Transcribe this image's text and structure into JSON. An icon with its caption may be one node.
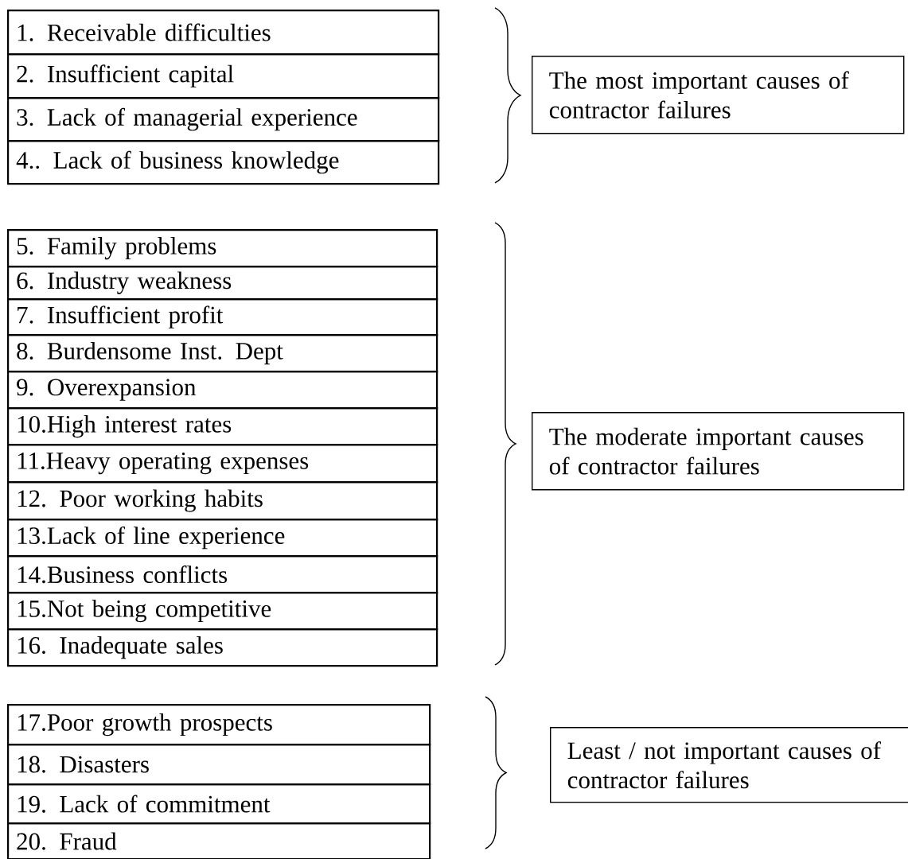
{
  "diagram": {
    "nodes": [
      {
        "text": [
          "1. Receivable difficulties"
        ]
      },
      {
        "text": [
          "2. Insufficient capital"
        ]
      },
      {
        "text": [
          "3. Lack of managerial experience"
        ]
      },
      {
        "text": [
          "4.. Lack of business knowledge"
        ]
      },
      {
        "text": [
          "The most important causes of contractor failures"
        ]
      },
      {
        "text": [
          "5. Family problems"
        ]
      },
      {
        "text": [
          "6. Industry weakness"
        ]
      },
      {
        "text": [
          "7. Insufficient profit"
        ]
      },
      {
        "text": [
          "8. Burdensome Inst. Dept"
        ]
      },
      {
        "text": [
          "9. Overexpansion"
        ]
      },
      {
        "text": [
          "10.High interest rates"
        ]
      },
      {
        "text": [
          "11.Heavy operating expenses"
        ]
      },
      {
        "text": [
          "12. Poor working habits"
        ]
      },
      {
        "text": [
          "13.Lack of line experience"
        ]
      },
      {
        "text": [
          "14.Business conflicts"
        ]
      },
      {
        "text": [
          "15.Not being competitive"
        ]
      },
      {
        "text": [
          "16. Inadequate sales"
        ]
      },
      {
        "text": [
          "The moderate important causes of contractor failures"
        ]
      },
      {
        "text": [
          "17.Poor growth prospects"
        ]
      },
      {
        "text": [
          "18. Disasters"
        ]
      },
      {
        "text": [
          "19. Lack of commitment"
        ]
      },
      {
        "text": [
          "20. Fraud"
        ]
      },
      {
        "text": [
          "Least / not important causes of contractor failures"
        ]
      }
    ]
  }
}
